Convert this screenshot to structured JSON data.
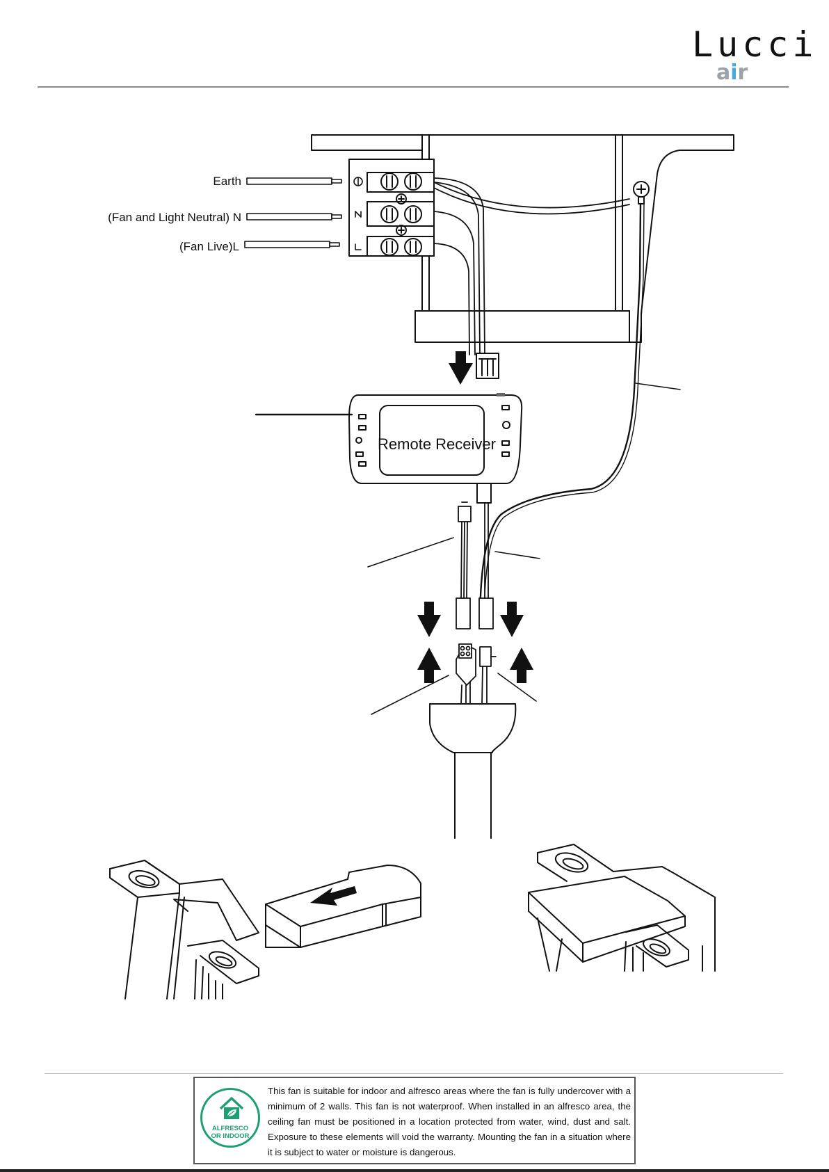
{
  "brand": {
    "name_top": "Lucci",
    "name_bottom": "air",
    "accent_color": "#4aa8e0",
    "grey_color": "#9aa3ab"
  },
  "diagram": {
    "terminal_labels": {
      "earth": "Earth",
      "neutral": "(Fan and Light Neutral) N",
      "live": "(Fan Live)L"
    },
    "receiver_label": "Remote Receiver",
    "arrows_icon": "arrow-icon"
  },
  "notice": {
    "badge_line1": "ALFRESCO",
    "badge_line2": "OR INDOOR",
    "badge_color": "#1f9e73",
    "text": "This fan is suitable for indoor and alfresco areas where the fan is fully undercover with a minimum of 2 walls. This fan is not waterproof. When installed in an alfresco area, the ceiling fan must be positioned in a location protected from water, wind, dust and salt. Exposure to these elements will void the warranty. Mounting the fan in a situation where it is subject to water or moisture is dangerous."
  }
}
